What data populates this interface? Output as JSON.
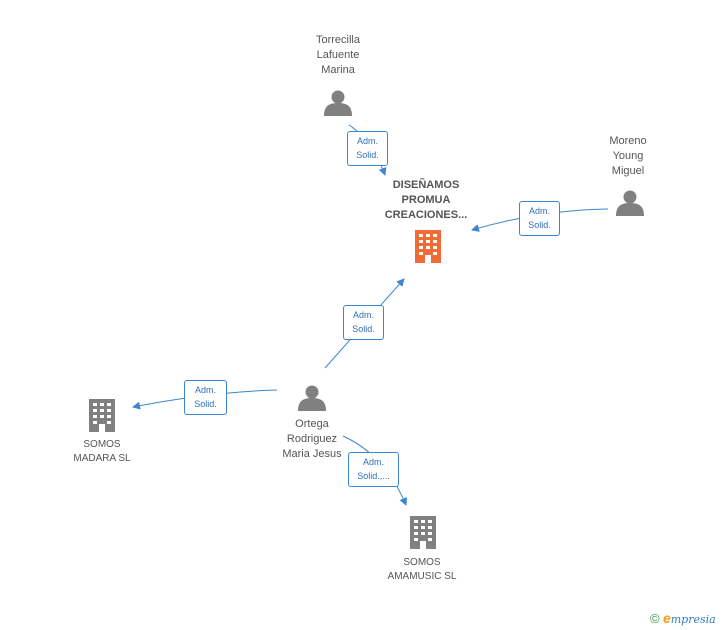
{
  "nodes": {
    "torrecilla": {
      "name": "Torrecilla\nLafuente\nMarina",
      "type": "person"
    },
    "moreno": {
      "name": "Moreno\nYoung\nMiguel",
      "type": "person"
    },
    "ortega": {
      "name": "Ortega\nRodriguez\nMaria Jesus",
      "type": "person"
    },
    "disenamos": {
      "name": "DISEÑAMOS\nPROMUA\nCREACIONES...",
      "type": "company-main"
    },
    "somos_madara": {
      "name": "SOMOS\nMADARA  SL",
      "type": "company"
    },
    "somos_amamusic": {
      "name": "SOMOS\nAMAMUSIC  SL",
      "type": "company"
    }
  },
  "relations": [
    {
      "from": "torrecilla",
      "to": "disenamos",
      "label": "Adm.\nSolid."
    },
    {
      "from": "moreno",
      "to": "disenamos",
      "label": "Adm.\nSolid."
    },
    {
      "from": "ortega",
      "to": "disenamos",
      "label": "Adm.\nSolid."
    },
    {
      "from": "ortega",
      "to": "somos_madara",
      "label": "Adm.\nSolid."
    },
    {
      "from": "ortega",
      "to": "somos_amamusic",
      "label": "Adm.\nSolid.,..."
    }
  ],
  "colors": {
    "person_icon": "#808080",
    "company_icon": "#808080",
    "main_company_icon": "#f26a35",
    "edge": "#3d86cf"
  },
  "brand": {
    "copyright": "©",
    "e": "e",
    "rest": "mpresia"
  }
}
